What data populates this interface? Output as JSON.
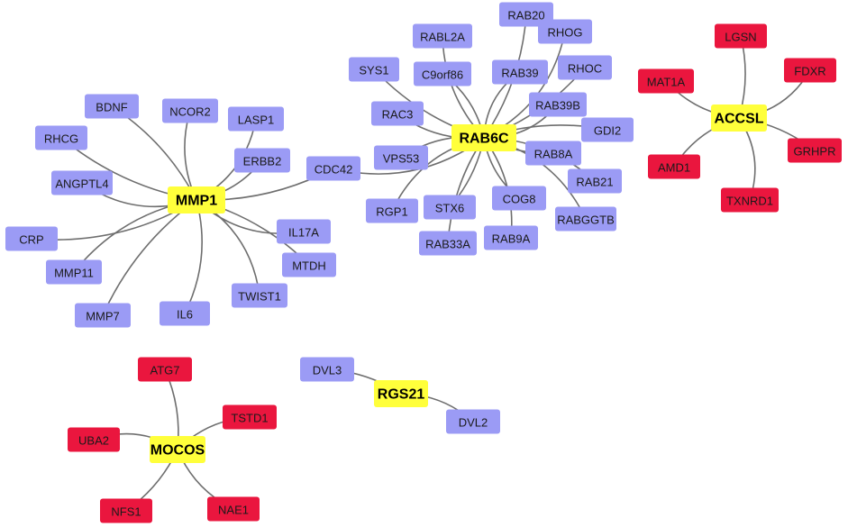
{
  "colors": {
    "hub": "#ffff3b",
    "partner_blue": "#9b9bf5",
    "partner_red": "#ea163e",
    "edge": "#6e6e6e",
    "background": "#ffffff"
  },
  "networks": [
    {
      "hub": "MMP1",
      "partner_color": "partner_blue",
      "partners": [
        "BDNF",
        "NCOR2",
        "LASP1",
        "RHCG",
        "ERBB2",
        "ANGPTL4",
        "CDC42",
        "CRP",
        "IL17A",
        "MTDH",
        "MMP11",
        "TWIST1",
        "MMP7",
        "IL6"
      ]
    },
    {
      "hub": "RAB6C",
      "partner_color": "partner_blue",
      "partners": [
        "RAB20",
        "RABL2A",
        "RHOG",
        "SYS1",
        "C9orf86",
        "RAB39",
        "RHOC",
        "RAC3",
        "RAB39B",
        "GDI2",
        "VPS53",
        "CDC42",
        "RAB8A",
        "RAB21",
        "RGP1",
        "STX6",
        "COG8",
        "RABGGTB",
        "RAB33A",
        "RAB9A"
      ]
    },
    {
      "hub": "ACCSL",
      "partner_color": "partner_red",
      "partners": [
        "LGSN",
        "MAT1A",
        "FDXR",
        "GRHPR",
        "AMD1",
        "TXNRD1"
      ]
    },
    {
      "hub": "RGS21",
      "partner_color": "partner_blue",
      "partners": [
        "DVL3",
        "DVL2"
      ]
    },
    {
      "hub": "MOCOS",
      "partner_color": "partner_red",
      "partners": [
        "ATG7",
        "TSTD1",
        "UBA2",
        "NFS1",
        "NAE1"
      ]
    }
  ]
}
